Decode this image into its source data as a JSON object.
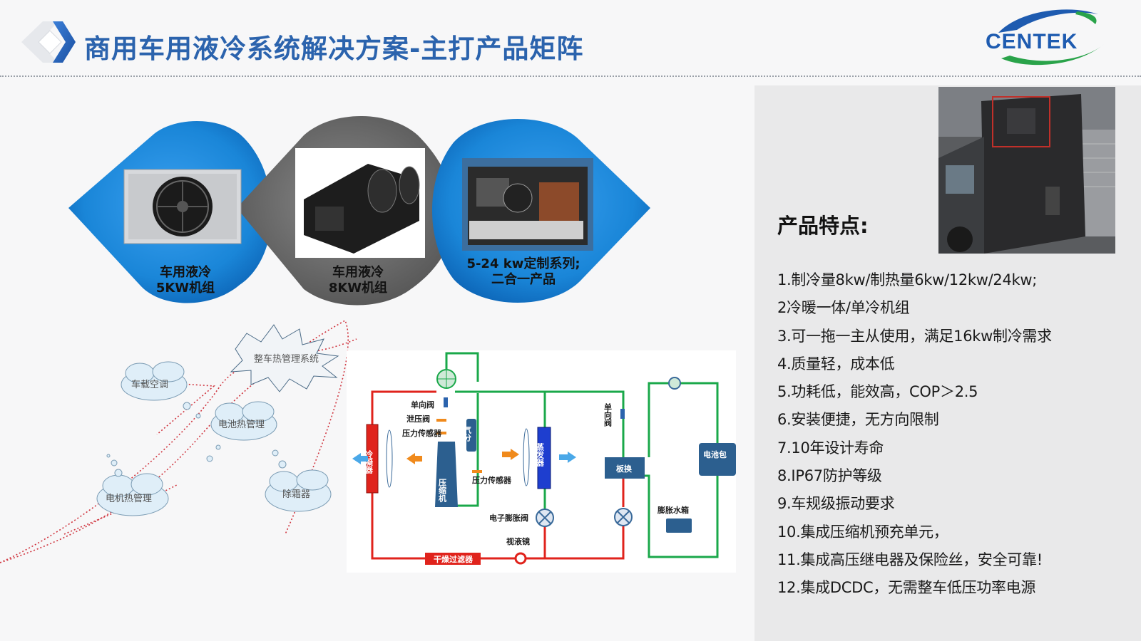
{
  "header": {
    "title": "商用车用液冷系统解决方案-主打产品矩阵",
    "brand": "CENTEK"
  },
  "products": [
    {
      "line1": "车用液冷",
      "line2": "5KW机组"
    },
    {
      "line1": "车用液冷",
      "line2": "8KW机组"
    },
    {
      "line1": "5-24 kw定制系列;",
      "line2": "二合一产品"
    }
  ],
  "mindmap": {
    "center": "整车热管理系统",
    "nodes": [
      "车载空调",
      "电池热管理",
      "电机热管理",
      "除霜器"
    ]
  },
  "diagram": {
    "labels": {
      "check_valve": "单向阀",
      "relief_valve": "泄压阀",
      "pressure_sensor_1": "压力传感器",
      "pressure_sensor_2": "压力传感器",
      "condenser": "冷凝器",
      "compressor": "压缩机",
      "gas_separator": "气分",
      "evaporator": "蒸发器",
      "eev": "电子膨胀阀",
      "sight_glass": "视液镜",
      "dryer": "干燥过滤器",
      "check_valve_2": "单向阀",
      "plate_hx": "板换",
      "battery": "电池包",
      "tank": "膨胀水箱"
    }
  },
  "features": {
    "title": "产品特点:",
    "items": [
      "1.制冷量8kw/制热量6kw/12kw/24kw;",
      "2冷暖一体/单冷机组",
      "3.可一拖一主从使用，满足16kw制冷需求",
      "4.质量轻，成本低",
      "5.功耗低，能效高，COP＞2.5",
      "6.安装便捷，无方向限制",
      "7.10年设计寿命",
      "8.IP67防护等级",
      "9.车规级振动要求",
      "10.集成压缩机预充单元，",
      "11.集成高压继电器及保险丝，安全可靠!",
      "12.集成DCDC，无需整车低压功率电源"
    ]
  },
  "colors": {
    "title_blue": "#2b63ad",
    "accent_blue": "#1a86d8",
    "pipe_red": "#e0231c",
    "pipe_green": "#1aa84a"
  }
}
